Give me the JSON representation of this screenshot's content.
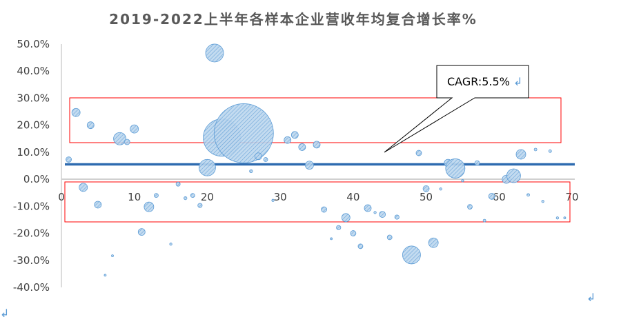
{
  "chart_data": {
    "type": "bubble",
    "title": "2019-2022上半年各样本企业营收年均复合增长率%",
    "xlabel": "",
    "ylabel": "",
    "xlim": [
      0,
      70
    ],
    "ylim": [
      -40,
      50
    ],
    "x_ticks": [
      "0",
      "10",
      "20",
      "30",
      "40",
      "50",
      "60",
      "70"
    ],
    "y_ticks": [
      "50.0%",
      "40.0%",
      "30.0%",
      "20.0%",
      "10.0%",
      "0.0%",
      "-10.0%",
      "-20.0%",
      "-30.0%",
      "-40.0%"
    ],
    "grid": false,
    "legend": "none",
    "reference_line": {
      "label": "CAGR:5.5%",
      "value": 5.5
    },
    "series": [
      {
        "name": "营收年均复合增长率",
        "color": "#5b9bd5",
        "points": [
          {
            "x": 1,
            "y": 7.3,
            "size": 16
          },
          {
            "x": 2,
            "y": 24.7,
            "size": 36
          },
          {
            "x": 3,
            "y": -3,
            "size": 36
          },
          {
            "x": 4,
            "y": 20,
            "size": 25
          },
          {
            "x": 5,
            "y": -9.4,
            "size": 25
          },
          {
            "x": 6,
            "y": -35.5,
            "size": 2
          },
          {
            "x": 7,
            "y": -28.3,
            "size": 2
          },
          {
            "x": 8,
            "y": 15,
            "size": 81
          },
          {
            "x": 9,
            "y": 13.8,
            "size": 16
          },
          {
            "x": 10,
            "y": 18.6,
            "size": 36
          },
          {
            "x": 11,
            "y": -19.5,
            "size": 25
          },
          {
            "x": 12,
            "y": -10.2,
            "size": 49
          },
          {
            "x": 13,
            "y": -6,
            "size": 9
          },
          {
            "x": 15,
            "y": -24,
            "size": 3
          },
          {
            "x": 16,
            "y": -1.8,
            "size": 9
          },
          {
            "x": 17,
            "y": -7,
            "size": 5
          },
          {
            "x": 18,
            "y": -6,
            "size": 9
          },
          {
            "x": 19,
            "y": -9.7,
            "size": 10
          },
          {
            "x": 20,
            "y": 4.3,
            "size": 144
          },
          {
            "x": 21,
            "y": 46.7,
            "size": 169
          },
          {
            "x": 22,
            "y": 15.4,
            "size": 729
          },
          {
            "x": 25,
            "y": 17,
            "size": 1849
          },
          {
            "x": 26,
            "y": 3,
            "size": 5
          },
          {
            "x": 27,
            "y": 8.5,
            "size": 25
          },
          {
            "x": 28,
            "y": 7.3,
            "size": 9
          },
          {
            "x": 29,
            "y": -7.8,
            "size": 3
          },
          {
            "x": 31,
            "y": 14.5,
            "size": 25
          },
          {
            "x": 32,
            "y": 16.4,
            "size": 25
          },
          {
            "x": 33,
            "y": 11.9,
            "size": 25
          },
          {
            "x": 34,
            "y": 5.2,
            "size": 36
          },
          {
            "x": 35,
            "y": 12.8,
            "size": 25
          },
          {
            "x": 36,
            "y": -11.2,
            "size": 16
          },
          {
            "x": 37,
            "y": -22,
            "size": 2
          },
          {
            "x": 38,
            "y": -17.9,
            "size": 10
          },
          {
            "x": 39,
            "y": -14.2,
            "size": 36
          },
          {
            "x": 40,
            "y": -20,
            "size": 16
          },
          {
            "x": 41,
            "y": -24.8,
            "size": 12
          },
          {
            "x": 42,
            "y": -10.7,
            "size": 25
          },
          {
            "x": 43,
            "y": -12.3,
            "size": 3
          },
          {
            "x": 44,
            "y": -13,
            "size": 20
          },
          {
            "x": 45,
            "y": -21.5,
            "size": 12
          },
          {
            "x": 46,
            "y": -14,
            "size": 10
          },
          {
            "x": 48,
            "y": -28,
            "size": 169
          },
          {
            "x": 49,
            "y": 9.7,
            "size": 16
          },
          {
            "x": 50,
            "y": -3.5,
            "size": 20
          },
          {
            "x": 51,
            "y": -23.5,
            "size": 49
          },
          {
            "x": 52,
            "y": -3.6,
            "size": 3
          },
          {
            "x": 53,
            "y": 6,
            "size": 30
          },
          {
            "x": 54,
            "y": 4,
            "size": 196
          },
          {
            "x": 55,
            "y": -0.5,
            "size": 3
          },
          {
            "x": 56,
            "y": -10.2,
            "size": 12
          },
          {
            "x": 57,
            "y": 6,
            "size": 12
          },
          {
            "x": 58,
            "y": -15.3,
            "size": 4
          },
          {
            "x": 59,
            "y": -6.3,
            "size": 20
          },
          {
            "x": 61,
            "y": 0,
            "size": 36
          },
          {
            "x": 62,
            "y": 1.3,
            "size": 100
          },
          {
            "x": 63,
            "y": 9.2,
            "size": 49
          },
          {
            "x": 64,
            "y": -5.8,
            "size": 4
          },
          {
            "x": 65,
            "y": 11,
            "size": 4
          },
          {
            "x": 66,
            "y": -8.2,
            "size": 3
          },
          {
            "x": 67,
            "y": 10.4,
            "size": 4
          },
          {
            "x": 68,
            "y": -14.3,
            "size": 3
          },
          {
            "x": 69,
            "y": -14.3,
            "size": 2
          }
        ]
      }
    ]
  },
  "paragraph_marks": [
    "↲",
    "↲"
  ],
  "callout_mark": "↲"
}
